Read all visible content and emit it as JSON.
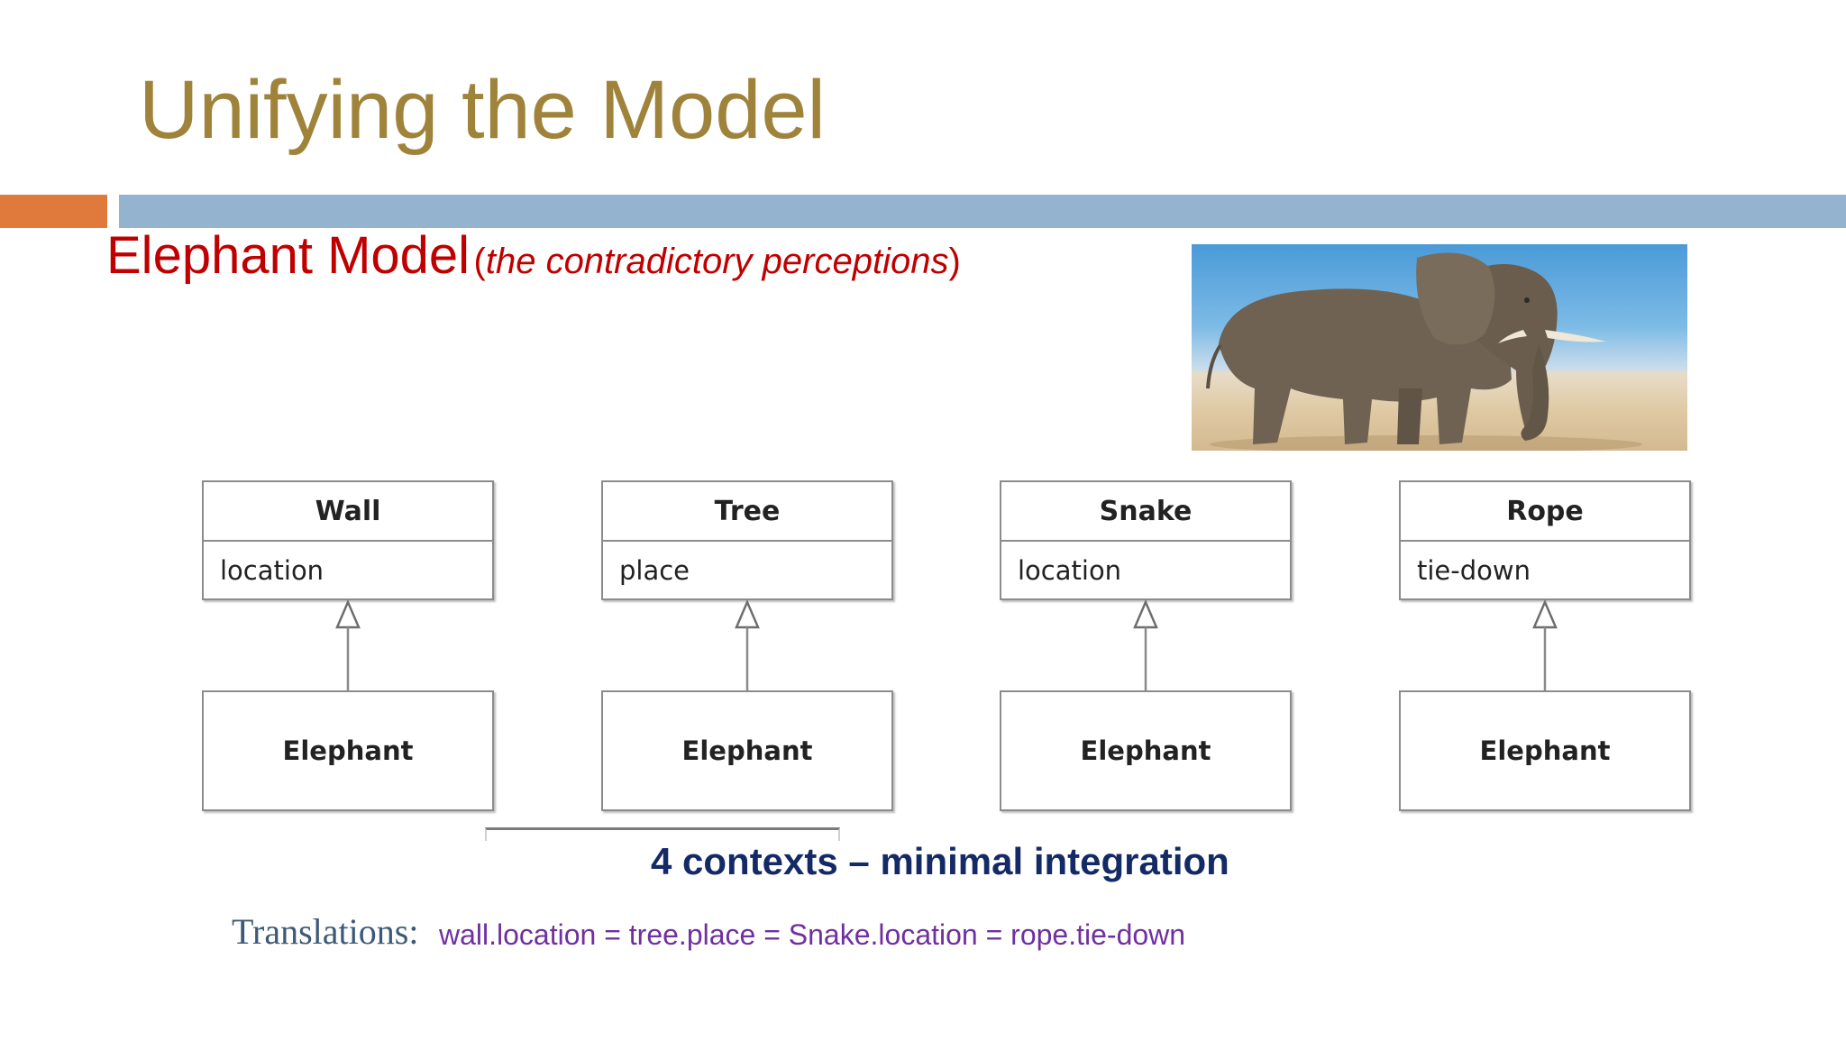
{
  "slide": {
    "title": "Unifying the Model",
    "subtitle_main": "Elephant Model",
    "subtitle_open_paren": "(",
    "subtitle_note": "the contradictory perceptions",
    "subtitle_close_paren": ")",
    "accent_colors": {
      "title": "#a0833a",
      "subtitle": "#c00000",
      "bar_orange": "#e07a3c",
      "bar_blue": "#93b3cf"
    }
  },
  "diagram": {
    "contexts": [
      {
        "parent": "Wall",
        "attribute": "location",
        "child": "Elephant"
      },
      {
        "parent": "Tree",
        "attribute": "place",
        "child": "Elephant"
      },
      {
        "parent": "Snake",
        "attribute": "location",
        "child": "Elephant"
      },
      {
        "parent": "Rope",
        "attribute": "tie-down",
        "child": "Elephant"
      }
    ],
    "summary": "4 contexts – minimal  integration",
    "translations_label": "Translations:",
    "translations_value": "wall.location = tree.place = Snake.location = rope.tie-down"
  },
  "image": {
    "subject": "elephant-photo"
  }
}
